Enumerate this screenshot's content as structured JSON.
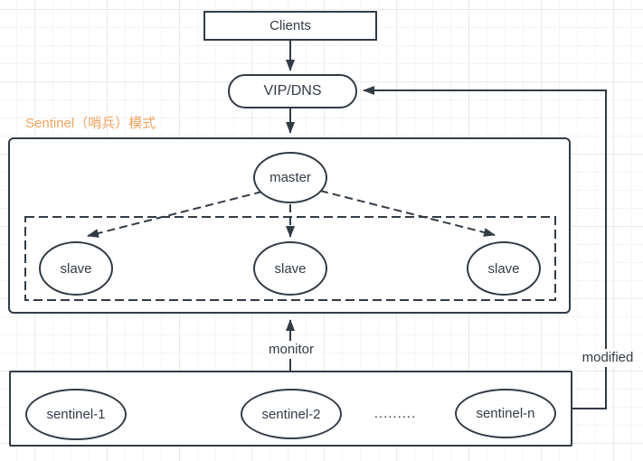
{
  "diagram": {
    "section_label": "Sentinel（哨兵）模式",
    "nodes": {
      "clients": {
        "label": "Clients"
      },
      "vip": {
        "label": "VIP/DNS"
      },
      "master": {
        "label": "master"
      },
      "slaves": [
        {
          "label": "slave"
        },
        {
          "label": "slave"
        },
        {
          "label": "slave"
        }
      ],
      "sentinels": [
        {
          "label": "sentinel-1"
        },
        {
          "label": "sentinel-2"
        },
        {
          "label": "sentinel-n"
        }
      ],
      "ellipsis": "........."
    },
    "edges": {
      "monitor_label": "monitor",
      "modified_label": "modified"
    },
    "colors": {
      "stroke": "#333b45",
      "accent_orange": "#f0a35e",
      "background": "#ffffff",
      "grid_minor": "#f5f5f5",
      "grid_major": "#e9e9e9"
    }
  }
}
